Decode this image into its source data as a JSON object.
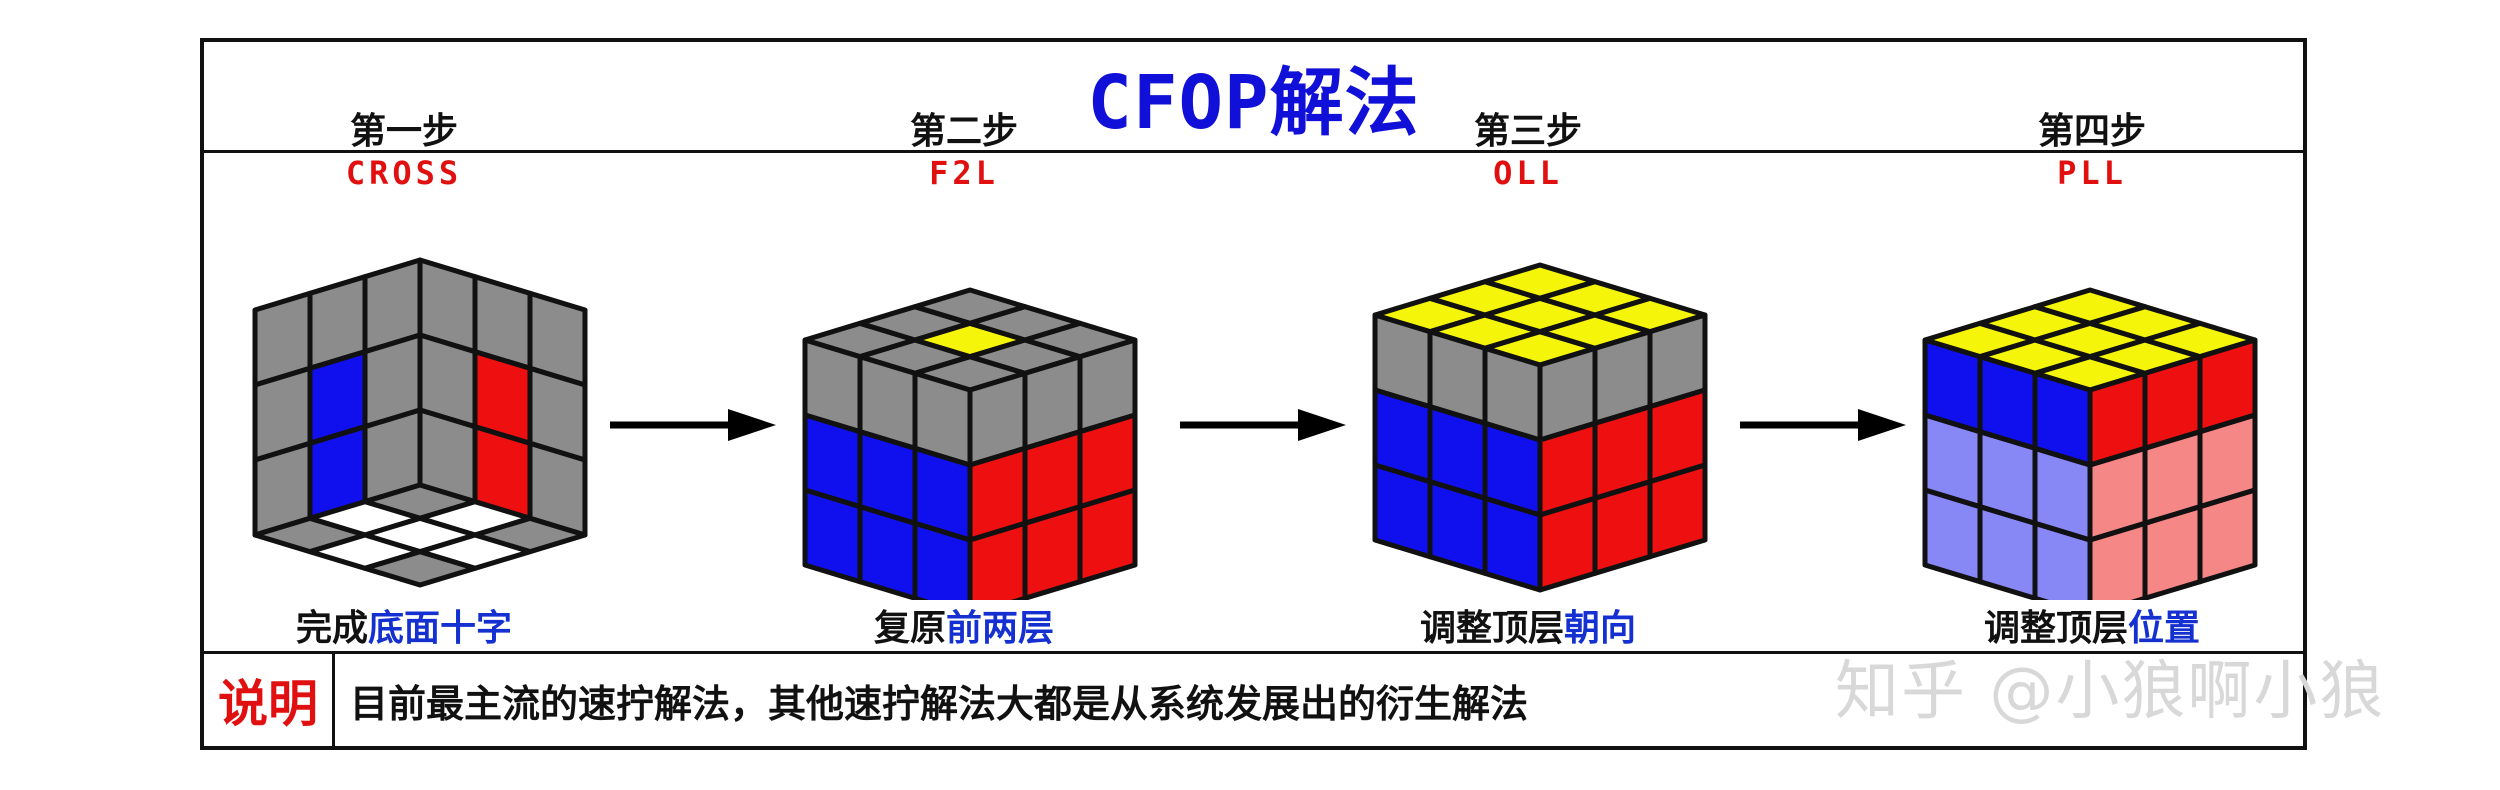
{
  "title": "CFOP解法",
  "steps": [
    {
      "name": "第一步",
      "code": "CROSS",
      "caption_black": "完成",
      "caption_blue": "底面十字",
      "image": "cube-cross-icon"
    },
    {
      "name": "第二步",
      "code": "F2L",
      "caption_black": "复原",
      "caption_blue": "前两层",
      "image": "cube-f2l-icon"
    },
    {
      "name": "第三步",
      "code": "OLL",
      "caption_black": "调整顶层",
      "caption_blue": "朝向",
      "image": "cube-oll-icon"
    },
    {
      "name": "第四步",
      "code": "PLL",
      "caption_black": "调整顶层",
      "caption_blue": "位置",
      "image": "cube-pll-icon"
    }
  ],
  "note": {
    "label": "说明",
    "text": "目前最主流的速拧解法，其他速拧解法大都是从系统发展出的衍生解法"
  },
  "watermark": "知乎 @小狼啊小狼",
  "colors": {
    "title": "#1010d8",
    "step_code": "#e01010",
    "caption_highlight": "#1430d0",
    "cube_blue": "#1010ee",
    "cube_red": "#ee1010",
    "cube_yellow": "#f5f50a",
    "cube_gray": "#8c8c8c",
    "cube_white": "#ffffff"
  }
}
